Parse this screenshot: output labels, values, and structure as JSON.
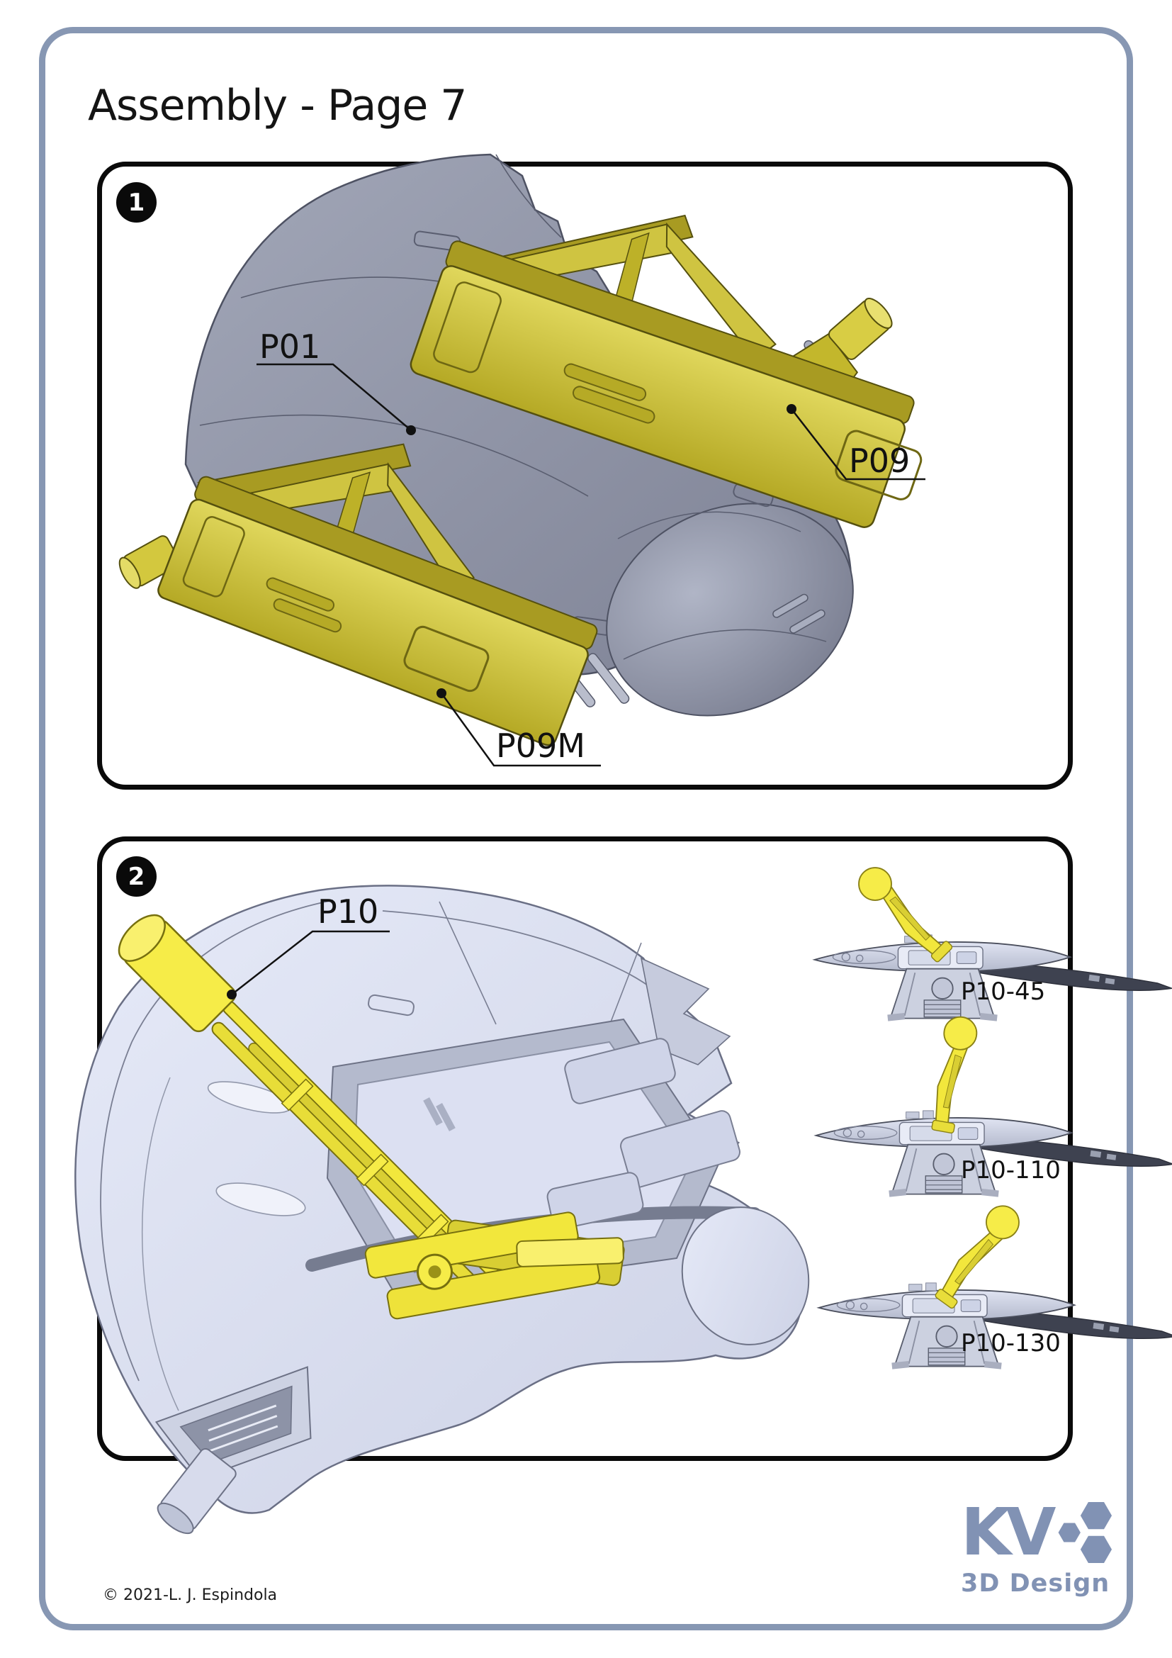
{
  "page": {
    "title": "Assembly - Page 7",
    "copyright": "© 2021-L. J. Espindola"
  },
  "panels": [
    {
      "number": "1",
      "parts": {
        "p01": "P01",
        "p09": "P09",
        "p09m": "P09M"
      }
    },
    {
      "number": "2",
      "parts": {
        "p10": "P10"
      },
      "variants": [
        {
          "label": "P10-45"
        },
        {
          "label": "P10-110"
        },
        {
          "label": "P10-130"
        }
      ]
    }
  ],
  "logo": {
    "kv": "KV",
    "sub": "3D Design"
  },
  "colors": {
    "page_border": "#8797b3",
    "panel_border": "#0a0a0a",
    "hull_gray": "#8f93a5",
    "hull_lavender": "#dde1f3",
    "part_yellow_olive": "#c9bd33",
    "part_yellow_bright": "#f2e73c",
    "logo_blue": "#8192b4",
    "label_ink": "#111111"
  }
}
